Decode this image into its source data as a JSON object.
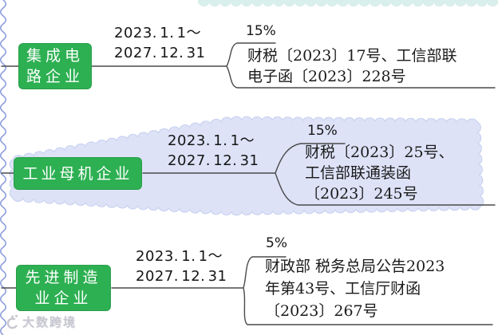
{
  "colors": {
    "node_green": "#2db052",
    "highlight_cloud": "#dde2f7",
    "cloud_edge": "#c6cfef",
    "top_border": "#d9efec",
    "left_border": "#8f9edb",
    "branch_line": "#4a4a4a",
    "text": "#151515",
    "watermark": "#c7c7d0"
  },
  "watermark": {
    "brand": "大数跨境"
  },
  "sections": [
    {
      "id": "integrated-circuit-enterprise",
      "node_label": "集成电\n路企业",
      "period": "2023. 1. 1～\n2027. 12. 31",
      "rate": "15%",
      "documents": "财税〔2023〕17号、工信部联\n电子函〔2023〕228号",
      "highlighted": false
    },
    {
      "id": "industrial-mother-machine-enterprise",
      "node_label": "工业母机企业",
      "period": "2023. 1. 1～\n2027. 12. 31",
      "rate": "15%",
      "documents": "财税〔2023〕25号、\n工信部联通装函\n〔2023〕245号",
      "highlighted": true
    },
    {
      "id": "advanced-manufacturing-enterprise",
      "node_label": "先进制造\n业企业",
      "period": "2023. 1. 1～\n2027. 12. 31",
      "rate": "5%",
      "documents": "财政部 税务总局公告2023\n年第43号、工信厅财函\n〔2023〕267号",
      "highlighted": false
    }
  ]
}
